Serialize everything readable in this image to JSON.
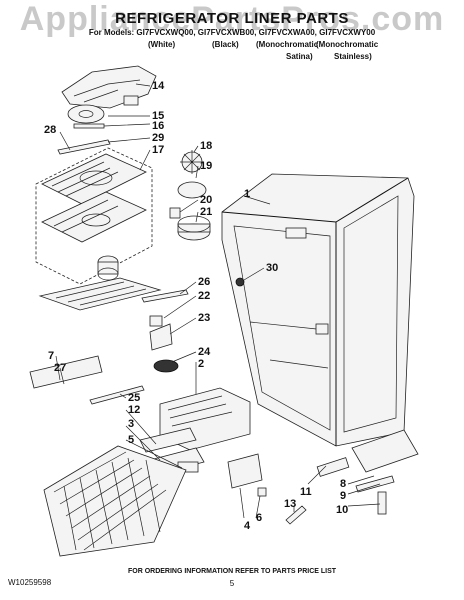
{
  "watermark": "AppliancePartsPros.com",
  "header": {
    "title": "REFRIGERATOR LINER PARTS",
    "models": "For Models: GI7FVCXWQ00, GI7FVCXWB00, GI7FVCXWA00, GI7FVCXWY00",
    "variants": [
      {
        "line1": "(White)",
        "line2": ""
      },
      {
        "line1": "(Black)",
        "line2": ""
      },
      {
        "line1": "(Monochromatic",
        "line2": "Satina)"
      },
      {
        "line1": "(Monochromatic",
        "line2": "Stainless)"
      }
    ]
  },
  "callouts": [
    "14",
    "15",
    "16",
    "28",
    "29",
    "17",
    "18",
    "19",
    "20",
    "21",
    "1",
    "30",
    "26",
    "22",
    "23",
    "7",
    "27",
    "24",
    "2",
    "25",
    "12",
    "3",
    "5",
    "11",
    "8",
    "9",
    "10",
    "13",
    "4",
    "6"
  ],
  "footer": {
    "note": "FOR ORDERING INFORMATION REFER TO PARTS PRICE LIST",
    "doc_number": "W10259598",
    "page": "5"
  }
}
